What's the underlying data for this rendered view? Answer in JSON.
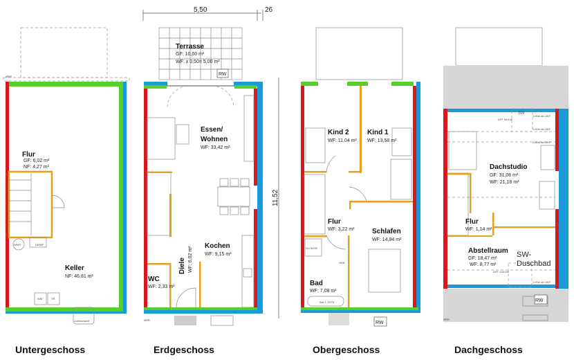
{
  "dimensions": {
    "width": "5,50",
    "wall": "26",
    "depth": "11,52"
  },
  "floors": [
    {
      "name": "Untergeschoss",
      "rooms": [
        {
          "name": "Flur",
          "areas": [
            "GF: 6,02 m²",
            "NF: 4,27 m²"
          ]
        },
        {
          "name": "Keller",
          "areas": [
            "NF: 46,81 m²"
          ]
        }
      ],
      "labels": {
        "light_shaft": "Lichtschacht",
        "wms": "WMS",
        "lwwp": "LWWP",
        "wm": "WM",
        "tr": "TR",
        "orr": "ØRR"
      }
    },
    {
      "name": "Erdgeschoss",
      "rooms": [
        {
          "name": "Terrasse",
          "areas": [
            "GF: 10,00 m²",
            "WF: x 0,50= 5,00 m²"
          ]
        },
        {
          "name": "Essen/",
          "name2": "Wohnen",
          "areas": [
            "WF: 33,42 m²"
          ]
        },
        {
          "name": "Kochen",
          "areas": [
            "WF: 9,15 m²"
          ]
        },
        {
          "name": "Diele",
          "areas": [
            "WF: 6,02 m²"
          ]
        },
        {
          "name": "WC",
          "areas": [
            "WF: 2,33 m²"
          ]
        }
      ],
      "labels": {
        "rw": "RW",
        "orr": "ØRR"
      }
    },
    {
      "name": "Obergeschoss",
      "rooms": [
        {
          "name": "Kind 2",
          "areas": [
            "WF: 11,04 m²"
          ]
        },
        {
          "name": "Kind 1",
          "areas": [
            "WF: 13,58 m²"
          ]
        },
        {
          "name": "Flur",
          "areas": [
            "WF: 3,22 m²"
          ]
        },
        {
          "name": "Schlafen",
          "areas": [
            "WF: 14,94 m²"
          ]
        },
        {
          "name": "Bad",
          "areas": [
            "WF: 7,08 m²"
          ]
        }
      ],
      "labels": {
        "rw": "RW",
        "shower": "DU 90/90",
        "bath": "BW 1,70/75",
        "hhk": "HHK"
      }
    },
    {
      "name": "Dachgeschoss",
      "rooms": [
        {
          "name": "Dachstudio",
          "areas": [
            "GF: 31,06 m²",
            "WF: 21,18 m²"
          ]
        },
        {
          "name": "Flur",
          "areas": [
            "WF: 1,14 m²"
          ]
        },
        {
          "name": "Abstellraum",
          "areas": [
            "GF: 18,47 m²",
            "WF: 8,77 m²"
          ]
        },
        {
          "name": "SW-",
          "name2": "Duschbad"
        }
      ],
      "labels": {
        "sw": "SW",
        "dff1": "DFF 94/140",
        "dff2": "DFF 114/140",
        "h1": "1,00m ab OKF",
        "h15": "1,50m ab OKF",
        "h2": "2,00m ab OKF",
        "rw": "RW",
        "orr": "ØRR"
      }
    }
  ],
  "colors": {
    "exterior_wall": "#d7191c",
    "insulation": "#1a9bd7",
    "window": "#55d02b",
    "interior_wall": "#e6a020"
  }
}
